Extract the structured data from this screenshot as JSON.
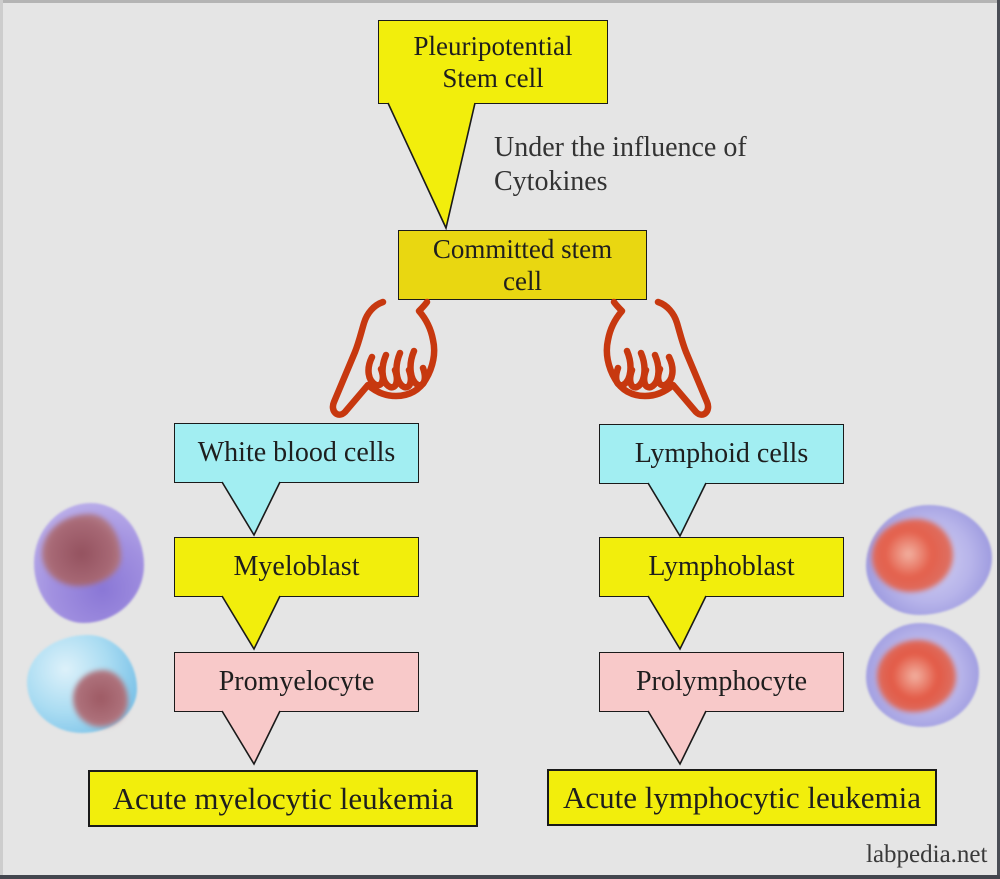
{
  "palette": {
    "background": "#e5e5e5",
    "bright_yellow": "#f2ee0c",
    "gold_yellow": "#e9d711",
    "cyan": "#a2eef2",
    "pink": "#f8c9c9",
    "hand_red": "#c7380f",
    "text_dark": "#1e1e1e"
  },
  "diagram": {
    "root_box": "Pleuripotential\nStem cell",
    "annotation": "Under the influence of\nCytokines",
    "committed_box": "Committed stem\ncell",
    "branches": {
      "left": {
        "lineage": "White blood cells",
        "blast": "Myeloblast",
        "precursor": "Promyelocyte",
        "leukemia": "Acute myelocytic leukemia"
      },
      "right": {
        "lineage": "Lymphoid cells",
        "blast": "Lymphoblast",
        "precursor": "Prolymphocyte",
        "leukemia": "Acute lymphocytic leukemia"
      }
    },
    "icons": {
      "left_pointer": "pointing-hand-down-left-icon",
      "right_pointer": "pointing-hand-down-right-icon"
    },
    "cell_illustrations": {
      "left_top": "purple-myeloid-cell",
      "left_bottom": "blue-promyelocyte-cell",
      "right_top": "lavender-lymphoid-cell",
      "right_bottom": "lavender-prolymphocyte-cell"
    },
    "watermark": "labpedia.net"
  }
}
